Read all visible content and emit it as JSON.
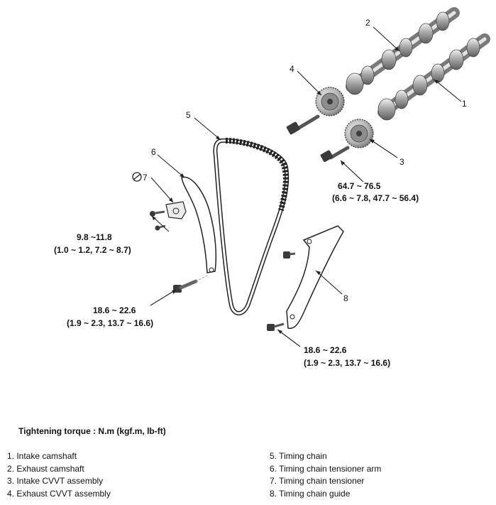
{
  "callouts": {
    "c1": "1",
    "c2": "2",
    "c3": "3",
    "c4": "4",
    "c5": "5",
    "c6": "6",
    "c7": "7",
    "c8": "8"
  },
  "torques": {
    "cvvt_bolt": {
      "value": "64.7 ~ 76.5",
      "alt": "(6.6 ~ 7.8, 47.7 ~ 56.4)"
    },
    "tensioner_bolt": {
      "value": "9.8 ~11.8",
      "alt": "(1.0 ~ 1.2, 7.2 ~ 8.7)"
    },
    "arm_bolt": {
      "value": "18.6 ~ 22.6",
      "alt": "(1.9 ~ 2.3, 13.7 ~ 16.6)"
    },
    "guide_bolt": {
      "value": "18.6 ~ 22.6",
      "alt": "(1.9 ~ 2.3, 13.7 ~ 16.6)"
    }
  },
  "heading": "Tightening torque : N.m (kgf.m, lb-ft)",
  "legend": [
    "1. Intake camshaft",
    "2. Exhaust camshaft",
    "3. Intake CVVT assembly",
    "4. Exhaust CVVT assembly",
    "5. Timing chain",
    "6. Timing chain tensioner arm",
    "7. Timing chain tensioner",
    "8. Timing chain guide"
  ],
  "colors": {
    "line": "#222222",
    "metal": "#9a9a9a",
    "metal_light": "#d9d9d9"
  }
}
